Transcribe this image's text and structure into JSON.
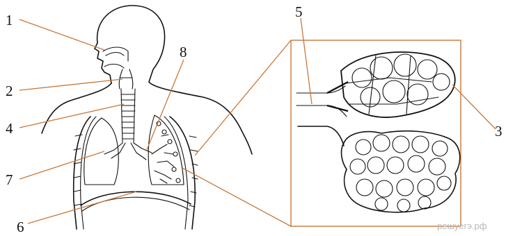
{
  "diagram": {
    "labels": [
      {
        "id": "l1",
        "text": "1"
      },
      {
        "id": "l2",
        "text": "2"
      },
      {
        "id": "l3",
        "text": "3"
      },
      {
        "id": "l4",
        "text": "4"
      },
      {
        "id": "l5",
        "text": "5"
      },
      {
        "id": "l6",
        "text": "6"
      },
      {
        "id": "l7",
        "text": "7"
      },
      {
        "id": "l8",
        "text": "8"
      }
    ],
    "watermark": "решуегэ.рф",
    "colors": {
      "ink": "#111111",
      "leader": "#c8783a",
      "watermark": "#b8b8b8",
      "background": "#ffffff"
    }
  }
}
